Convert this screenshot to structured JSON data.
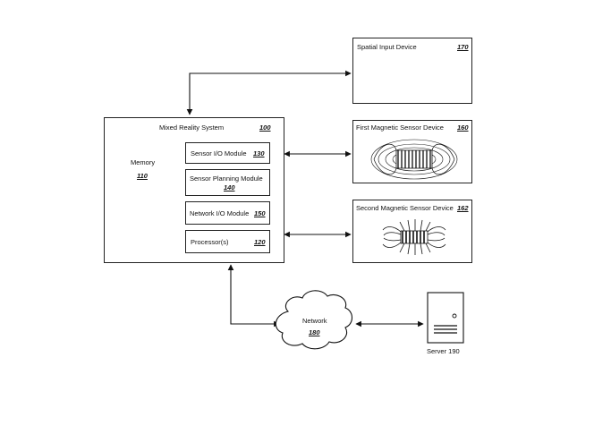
{
  "system": {
    "label": "Mixed Reality System",
    "number": "100"
  },
  "memory": {
    "label": "Memory",
    "number": "110"
  },
  "modules": [
    {
      "label": "Sensor I/O Module",
      "number": "130"
    },
    {
      "label": "Sensor Planning Module",
      "number": "140"
    },
    {
      "label": "Network I/O Module",
      "number": "150"
    },
    {
      "label": "Processor(s)",
      "number": "120"
    }
  ],
  "spatial": {
    "label": "Spatial Input Device",
    "number": "170"
  },
  "first_sensor": {
    "label": "First Magnetic Sensor Device",
    "number": "160"
  },
  "second_sensor": {
    "label": "Second Magnetic Sensor Device",
    "number": "162"
  },
  "network": {
    "label": "Network",
    "number": "180"
  },
  "server": {
    "label": "Server 190"
  }
}
